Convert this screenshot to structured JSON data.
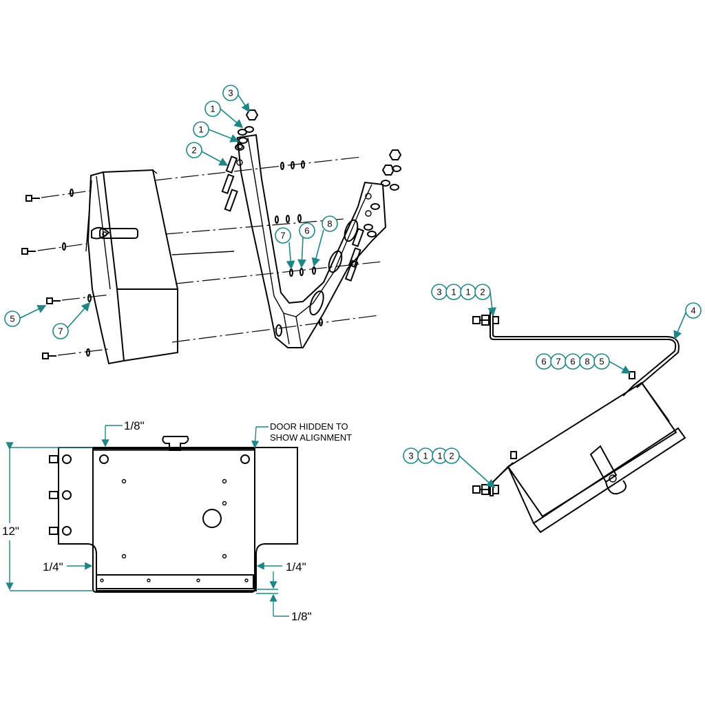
{
  "balloons": {
    "b_bracket_3": "3",
    "b_bracket_1a": "1",
    "b_bracket_1b": "1",
    "b_bracket_2": "2",
    "b_bolt_5": "5",
    "b_washer_7_left": "7",
    "b_washer_7": "7",
    "b_washer_6": "6",
    "b_washer_8": "8",
    "b_side_top_3": "3",
    "b_side_top_1a": "1",
    "b_side_top_1b": "1",
    "b_side_top_2": "2",
    "b_side_4": "4",
    "b_side_mid_6": "6",
    "b_side_mid_7": "7",
    "b_side_mid_6b": "6",
    "b_side_mid_8": "8",
    "b_side_mid_5": "5",
    "b_side_low_3": "3",
    "b_side_low_1a": "1",
    "b_side_low_1b": "1",
    "b_side_low_2": "2"
  },
  "front_view": {
    "note_line1": "DOOR HIDDEN TO",
    "note_line2": "SHOW ALIGNMENT",
    "dim_top": "1/8\"",
    "dim_height": "12\"",
    "dim_left_gap": "1/4\"",
    "dim_right_gap": "1/4\"",
    "dim_bottom": "1/8\""
  },
  "colors": {
    "leader": "#1f8585",
    "linework": "#000000"
  }
}
